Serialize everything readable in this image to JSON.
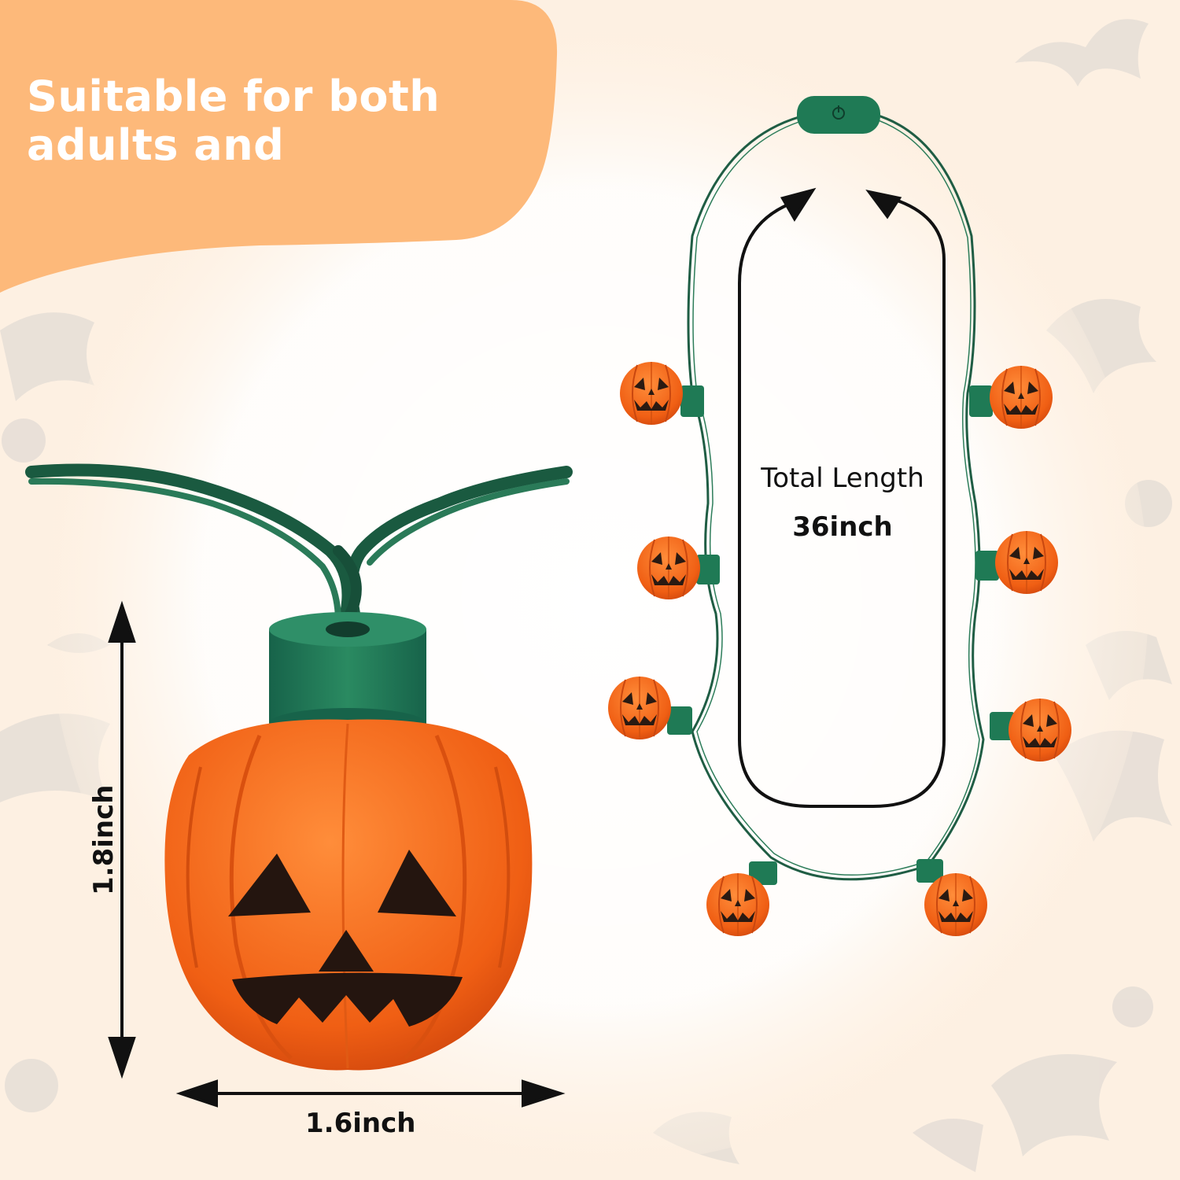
{
  "headline": "Suitable for both\nadults and",
  "pumpkin_height_label": "1.8inch",
  "pumpkin_width_label": "1.6inch",
  "necklace": {
    "total_length_label": "Total Length",
    "total_length_value": "36inch",
    "pendant_count": 8
  },
  "colors": {
    "headline_blob": "#fdb97a",
    "pumpkin_orange": "#f36a1f",
    "pumpkin_dark": "#c4400c",
    "cap_green": "#1f7a55",
    "wire_green": "#1a5a40",
    "background": "#fdf3e8",
    "pattern_grey": "#e3ddd8"
  }
}
